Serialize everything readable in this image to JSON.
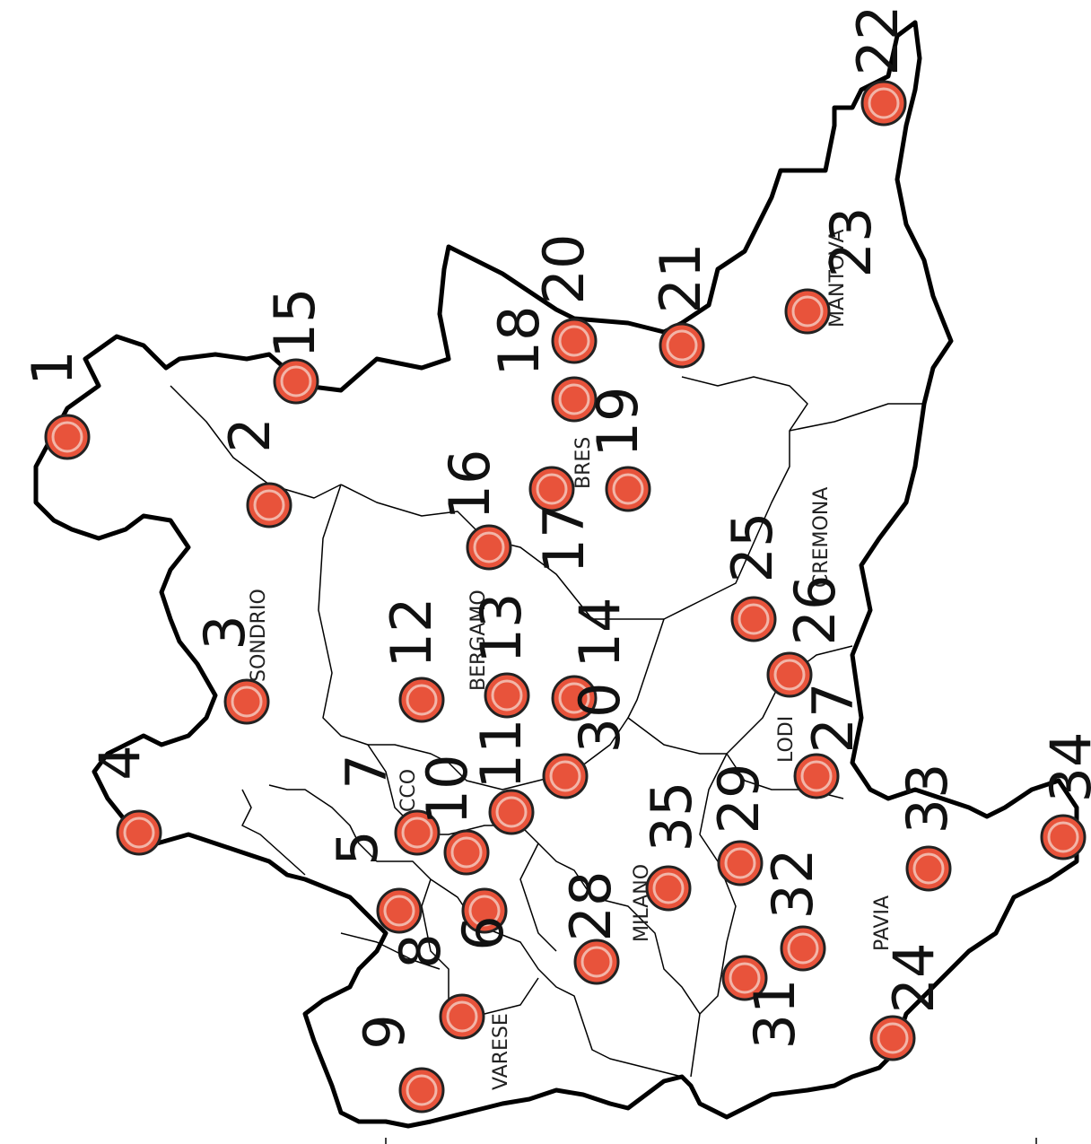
{
  "colors": {
    "marker_fill": "#e8533b",
    "marker_stroke": "#222222",
    "border": "#000000",
    "background": "#ffffff"
  },
  "regions": [
    "SONDRIO",
    "BERGAMO",
    "BRES",
    "MANTOVA",
    "CREMONA",
    "LODI",
    "PAVIA",
    "MILANO",
    "VARESE",
    "CCO"
  ],
  "markers": [
    "1",
    "2",
    "3",
    "4",
    "5",
    "6",
    "7",
    "8",
    "9",
    "10",
    "11",
    "12",
    "13",
    "14",
    "15",
    "16",
    "17",
    "18",
    "19",
    "20",
    "21",
    "22",
    "23",
    "24",
    "25",
    "26",
    "27",
    "28",
    "29",
    "30",
    "31",
    "32",
    "33",
    "34",
    "35"
  ]
}
